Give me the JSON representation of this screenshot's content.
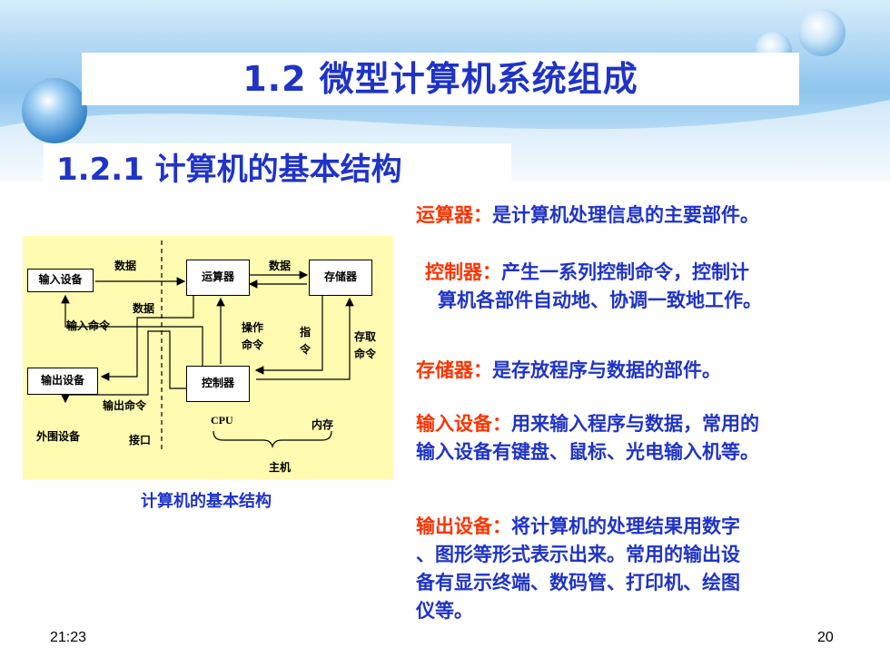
{
  "slide": {
    "title": "1.2 微型计算机系统组成",
    "subtitle": "1.2.1 计算机的基本结构",
    "time": "21:23",
    "page_number": "20"
  },
  "diagram": {
    "boxes": {
      "input": "输入设备",
      "alu": "运算器",
      "memory": "存储器",
      "output": "输出设备",
      "controller": "控制器"
    },
    "labels": {
      "data1": "数据",
      "data2": "数据",
      "data3": "数据",
      "input_cmd": "输入命令",
      "output_cmd": "输出命令",
      "op_cmd_1": "操作",
      "op_cmd_2": "命令",
      "instr_1": "指",
      "instr_2": "令",
      "access_1": "存取",
      "access_2": "命令",
      "cpu": "CPU",
      "ram": "内存",
      "peripheral": "外围设备",
      "interface": "接口",
      "host": "主机"
    },
    "caption": "计算机的基本结构",
    "background_color": "#fffbb0"
  },
  "descriptions": [
    {
      "term": "运算器：",
      "text": "是计算机处理信息的主要部件。"
    },
    {
      "term": "控制器：",
      "text": "产生一系列控制命令，控制计",
      "text2": "算机各部件自动地、协调一致地工作。"
    },
    {
      "term": "存储器：",
      "text": "是存放程序与数据的部件。"
    },
    {
      "term": "输入设备：",
      "text": "用来输入程序与数据，常用的",
      "text2": "输入设备有键盘、鼠标、光电输入机等。"
    },
    {
      "term": "输出设备：",
      "text": "将计算机的处理结果用数字",
      "text2": "、图形等形式表示出来。常用的输出设",
      "text3": "备有显示终端、数码管、打印机、绘图",
      "text4": "仪等。"
    }
  ],
  "colors": {
    "title": "#1f33c8",
    "term": "#ff3300",
    "band": "#8ec5ee"
  }
}
